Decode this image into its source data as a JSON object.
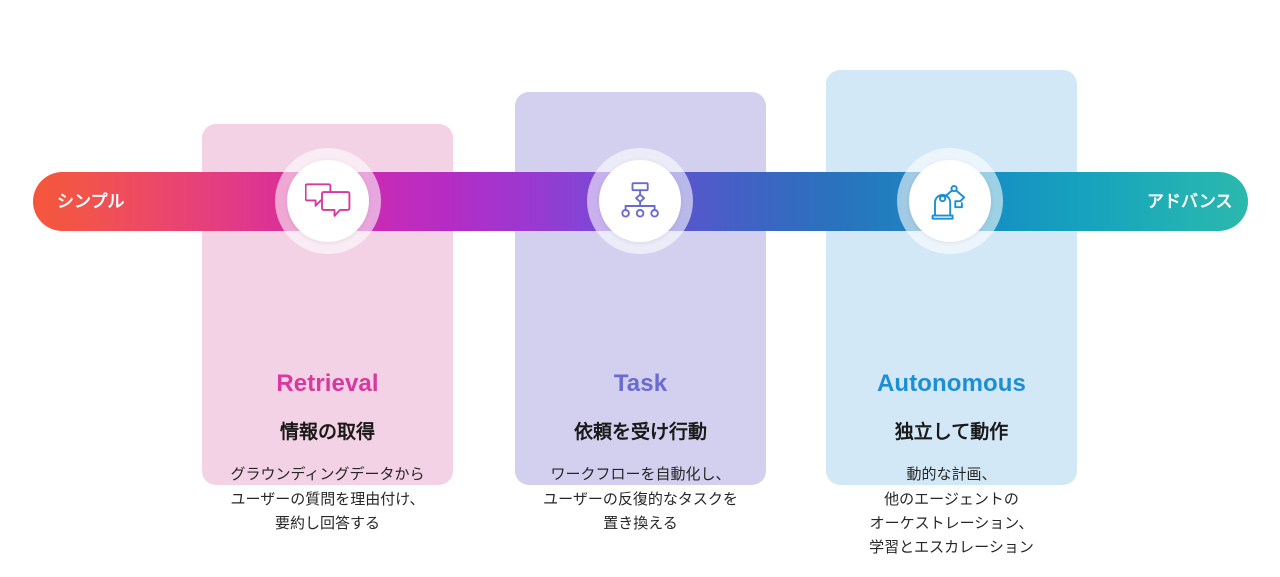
{
  "scale": {
    "left_label": "シンプル",
    "right_label": "アドバンス",
    "gradient_start_color": "#F4563C",
    "gradient_mid_color": "#9A39D1",
    "gradient_end_color": "#2BB8AD"
  },
  "stages": [
    {
      "icon": "chat-bubbles-icon",
      "title": "Retrieval",
      "subtitle": "情報の取得",
      "description": "グラウンディングデータから\nユーザーの質問を理由付け、\n要約し回答する",
      "accent_color": "#D6399F",
      "card_color": "#F3D2E6"
    },
    {
      "icon": "workflow-hierarchy-icon",
      "title": "Task",
      "subtitle": "依頼を受け行動",
      "description": "ワークフローを自動化し、\nユーザーの反復的なタスクを\n置き換える",
      "accent_color": "#6A6AD0",
      "card_color": "#D2D0EE"
    },
    {
      "icon": "robot-arm-icon",
      "title": "Autonomous",
      "subtitle": "独立して動作",
      "description": "動的な計画、\n他のエージェントの\nオーケストレーション、\n学習とエスカレーション",
      "accent_color": "#1C8FD4",
      "card_color": "#D3E8F7"
    }
  ]
}
